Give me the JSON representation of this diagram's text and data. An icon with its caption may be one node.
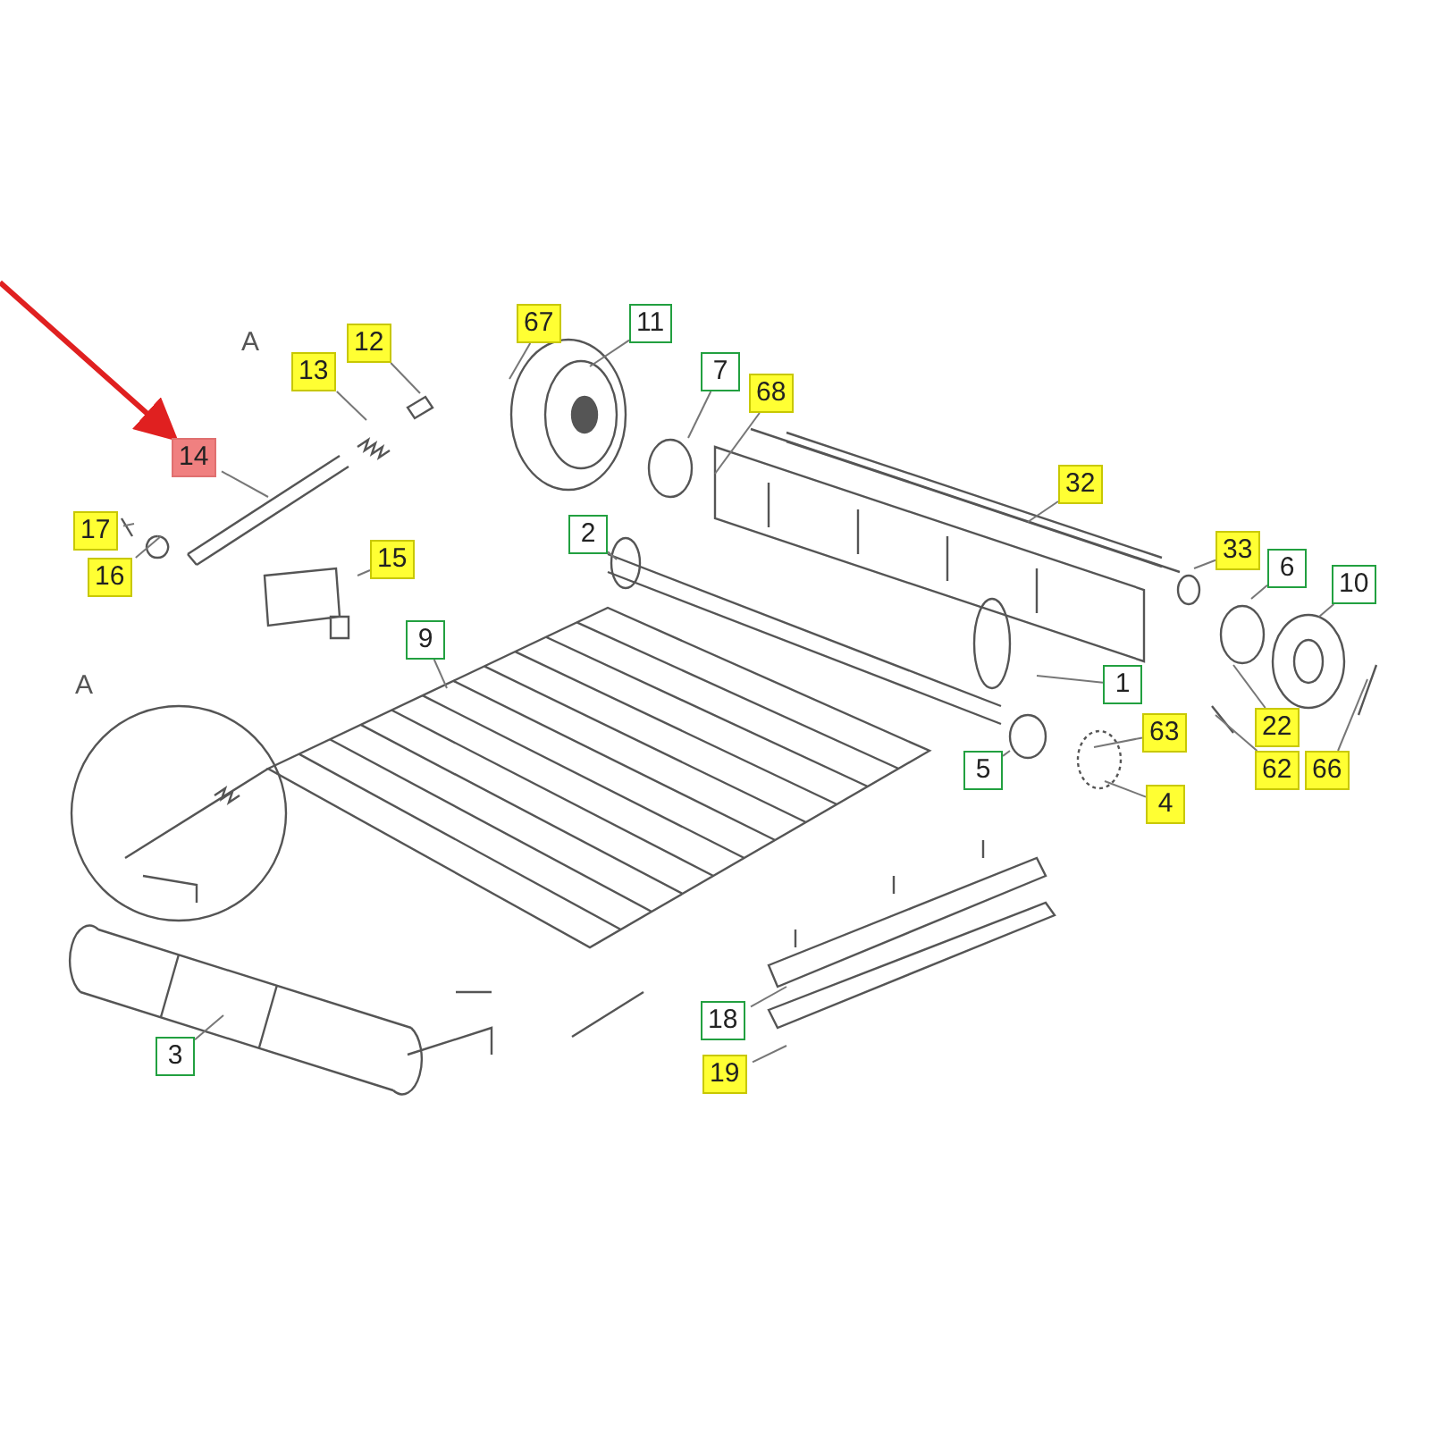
{
  "diagram": {
    "nodes": [
      {
        "text": [
          "67"
        ]
      },
      {
        "text": [
          "11"
        ]
      },
      {
        "text": [
          "12"
        ]
      },
      {
        "text": [
          "7"
        ]
      },
      {
        "text": [
          "13"
        ]
      },
      {
        "text": [
          "68"
        ]
      },
      {
        "text": [
          "14"
        ]
      },
      {
        "text": [
          "32"
        ]
      },
      {
        "text": [
          "17"
        ]
      },
      {
        "text": [
          "2"
        ]
      },
      {
        "text": [
          "15"
        ]
      },
      {
        "text": [
          "16"
        ]
      },
      {
        "text": [
          "33"
        ]
      },
      {
        "text": [
          "6"
        ]
      },
      {
        "text": [
          "10"
        ]
      },
      {
        "text": [
          "9"
        ]
      },
      {
        "text": [
          "1"
        ]
      },
      {
        "text": [
          "22"
        ]
      },
      {
        "text": [
          "63"
        ]
      },
      {
        "text": [
          "5"
        ]
      },
      {
        "text": [
          "62"
        ]
      },
      {
        "text": [
          "66"
        ]
      },
      {
        "text": [
          "4"
        ]
      },
      {
        "text": [
          "3"
        ]
      },
      {
        "text": [
          "18"
        ]
      },
      {
        "text": [
          "19"
        ]
      }
    ],
    "edges": [
      {
        "from": 0,
        "to": null,
        "arrow": "none"
      },
      {
        "from": 1,
        "to": null,
        "arrow": "none"
      },
      {
        "from": 2,
        "to": null,
        "arrow": "none"
      },
      {
        "from": 3,
        "to": null,
        "arrow": "none"
      },
      {
        "from": 4,
        "to": null,
        "arrow": "none"
      },
      {
        "from": 5,
        "to": null,
        "arrow": "none"
      },
      {
        "from": 6,
        "to": null,
        "arrow": "none"
      },
      {
        "from": 7,
        "to": null,
        "arrow": "none"
      },
      {
        "from": 8,
        "to": null,
        "arrow": "none"
      },
      {
        "from": 9,
        "to": null,
        "arrow": "none"
      },
      {
        "from": 10,
        "to": null,
        "arrow": "none"
      },
      {
        "from": 11,
        "to": null,
        "arrow": "none"
      },
      {
        "from": 12,
        "to": null,
        "arrow": "none"
      },
      {
        "from": 13,
        "to": null,
        "arrow": "none"
      },
      {
        "from": 14,
        "to": null,
        "arrow": "none"
      },
      {
        "from": 15,
        "to": null,
        "arrow": "none"
      },
      {
        "from": 16,
        "to": null,
        "arrow": "none"
      },
      {
        "from": 17,
        "to": null,
        "arrow": "none"
      },
      {
        "from": 18,
        "to": null,
        "arrow": "none"
      },
      {
        "from": 19,
        "to": null,
        "arrow": "none"
      },
      {
        "from": 20,
        "to": null,
        "arrow": "none"
      },
      {
        "from": 21,
        "to": null,
        "arrow": "none"
      },
      {
        "from": 22,
        "to": null,
        "arrow": "none"
      },
      {
        "from": 23,
        "to": null,
        "arrow": "none"
      },
      {
        "from": 24,
        "to": null,
        "arrow": "none"
      },
      {
        "from": 25,
        "to": null,
        "arrow": "none"
      },
      {
        "from": null,
        "to": 6,
        "arrow": "to",
        "style": "thick",
        "color": "#e02020"
      }
    ],
    "labels": [
      "A",
      "A"
    ]
  }
}
